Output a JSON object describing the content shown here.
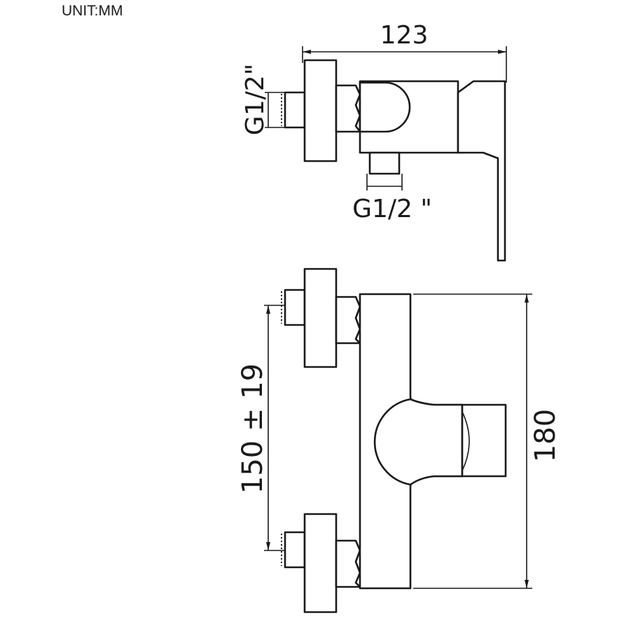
{
  "unit_label": "UNIT:MM",
  "side_view": {
    "width_dimension": "123",
    "inlet_thread": "G1/2\"",
    "outlet_thread": "G1/2 \""
  },
  "front_view": {
    "centers_dimension": "150 ± 19",
    "height_dimension": "180"
  },
  "colors": {
    "line": "#1a1a1a",
    "background": "#ffffff"
  }
}
